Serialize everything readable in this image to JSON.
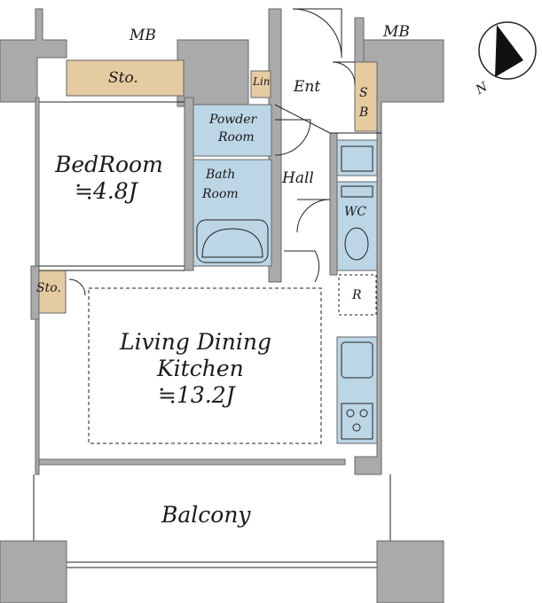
{
  "labels": {
    "mb_left": "MB",
    "mb_right": "MB",
    "sto_top": "Sto.",
    "sto_left": "Sto.",
    "lin": "Lin",
    "ent": "Ent",
    "sb_s": "S",
    "sb_b": "B",
    "powder_1": "Powder",
    "powder_2": "Room",
    "bedroom_name": "BedRoom",
    "bedroom_size": "≒4.8J",
    "bath_1": "Bath",
    "bath_2": "Room",
    "hall": "Hall",
    "wc": "WC",
    "r": "R",
    "ldk_1": "Living Dining",
    "ldk_2": "Kitchen",
    "ldk_size": "≒13.2J",
    "balcony": "Balcony",
    "north": "N"
  },
  "colors": {
    "wall": "#aaaaaa",
    "wet": "#bcd6e6",
    "storage": "#e5cba2",
    "line": "#222222"
  }
}
